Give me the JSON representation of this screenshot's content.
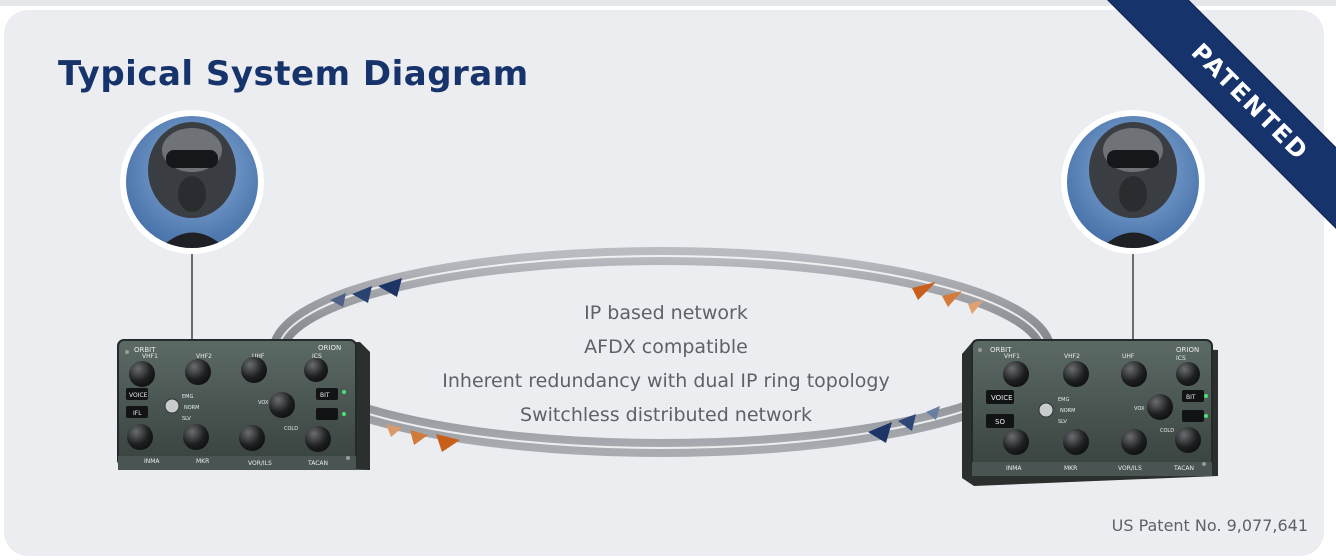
{
  "title": "Typical System Diagram",
  "banner": "PATENTED",
  "network_features": [
    "IP based network",
    "AFDX compatible",
    "Inherent redundancy with dual IP ring topology",
    "Switchless distributed network"
  ],
  "patent_number": "US Patent No. 9,077,641",
  "left_panel": {
    "brand": "ORBIT",
    "model": "ORION",
    "top_labels": [
      "VHF1",
      "VHF2",
      "UHF",
      "ICS"
    ],
    "bottom_labels": [
      "INMA",
      "MKR",
      "VOR/ILS",
      "TACAN"
    ],
    "buttons": [
      "VOICE",
      "IFL",
      "BIT"
    ],
    "switch_labels": [
      "EMG",
      "NORM",
      "SLV"
    ],
    "knob_labels": [
      "VOX",
      "COLD"
    ]
  },
  "right_panel": {
    "brand": "ORBIT",
    "model": "ORION",
    "top_labels": [
      "VHF1",
      "VHF2",
      "UHF",
      "ICS"
    ],
    "bottom_labels": [
      "INMA",
      "MKR",
      "VOR/ILS",
      "TACAN"
    ],
    "buttons": [
      "VOICE",
      "SO",
      "BIT"
    ],
    "switch_labels": [
      "EMG",
      "NORM",
      "SLV"
    ],
    "knob_labels": [
      "VOX",
      "COLD"
    ]
  },
  "colors": {
    "title": "#16336b",
    "ribbon": "#16336b",
    "arrow_blue": "#1c3566",
    "arrow_orange": "#c8601c",
    "ring": "#8d8f94"
  }
}
